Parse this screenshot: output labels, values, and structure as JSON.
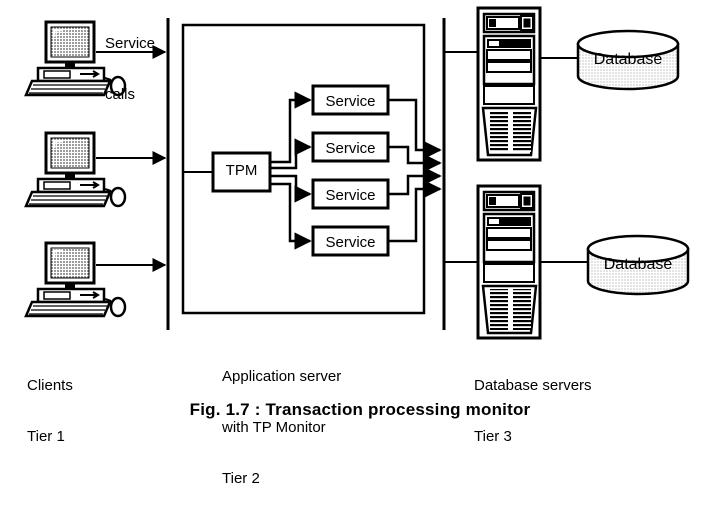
{
  "figure": {
    "caption": "Fig. 1.7 : Transaction processing monitor",
    "service_calls_label_line1": "Service",
    "service_calls_label_line2": "calls"
  },
  "tiers": {
    "tier1": {
      "name_line1": "Clients",
      "name_line2": "Tier 1",
      "clients": [
        {
          "icon": "desktop-computer-icon"
        },
        {
          "icon": "desktop-computer-icon"
        },
        {
          "icon": "desktop-computer-icon"
        }
      ]
    },
    "tier2": {
      "name_line1": "Application server",
      "name_line2": "with TP Monitor",
      "name_line3": "Tier 2",
      "tpm_label": "TPM",
      "services": [
        {
          "label": "Service"
        },
        {
          "label": "Service"
        },
        {
          "label": "Service"
        },
        {
          "label": "Service"
        }
      ]
    },
    "tier3": {
      "name_line1": "Database servers",
      "name_line2": "Tier 3",
      "servers": [
        {
          "icon": "server-tower-icon",
          "database_label": "Database"
        },
        {
          "icon": "server-tower-icon",
          "database_label": "Database"
        }
      ]
    }
  },
  "colors": {
    "stroke": "#000000",
    "background": "#ffffff",
    "screen_fill": "#b8b8b8",
    "cylinder_fill": "#d9d9d9"
  }
}
